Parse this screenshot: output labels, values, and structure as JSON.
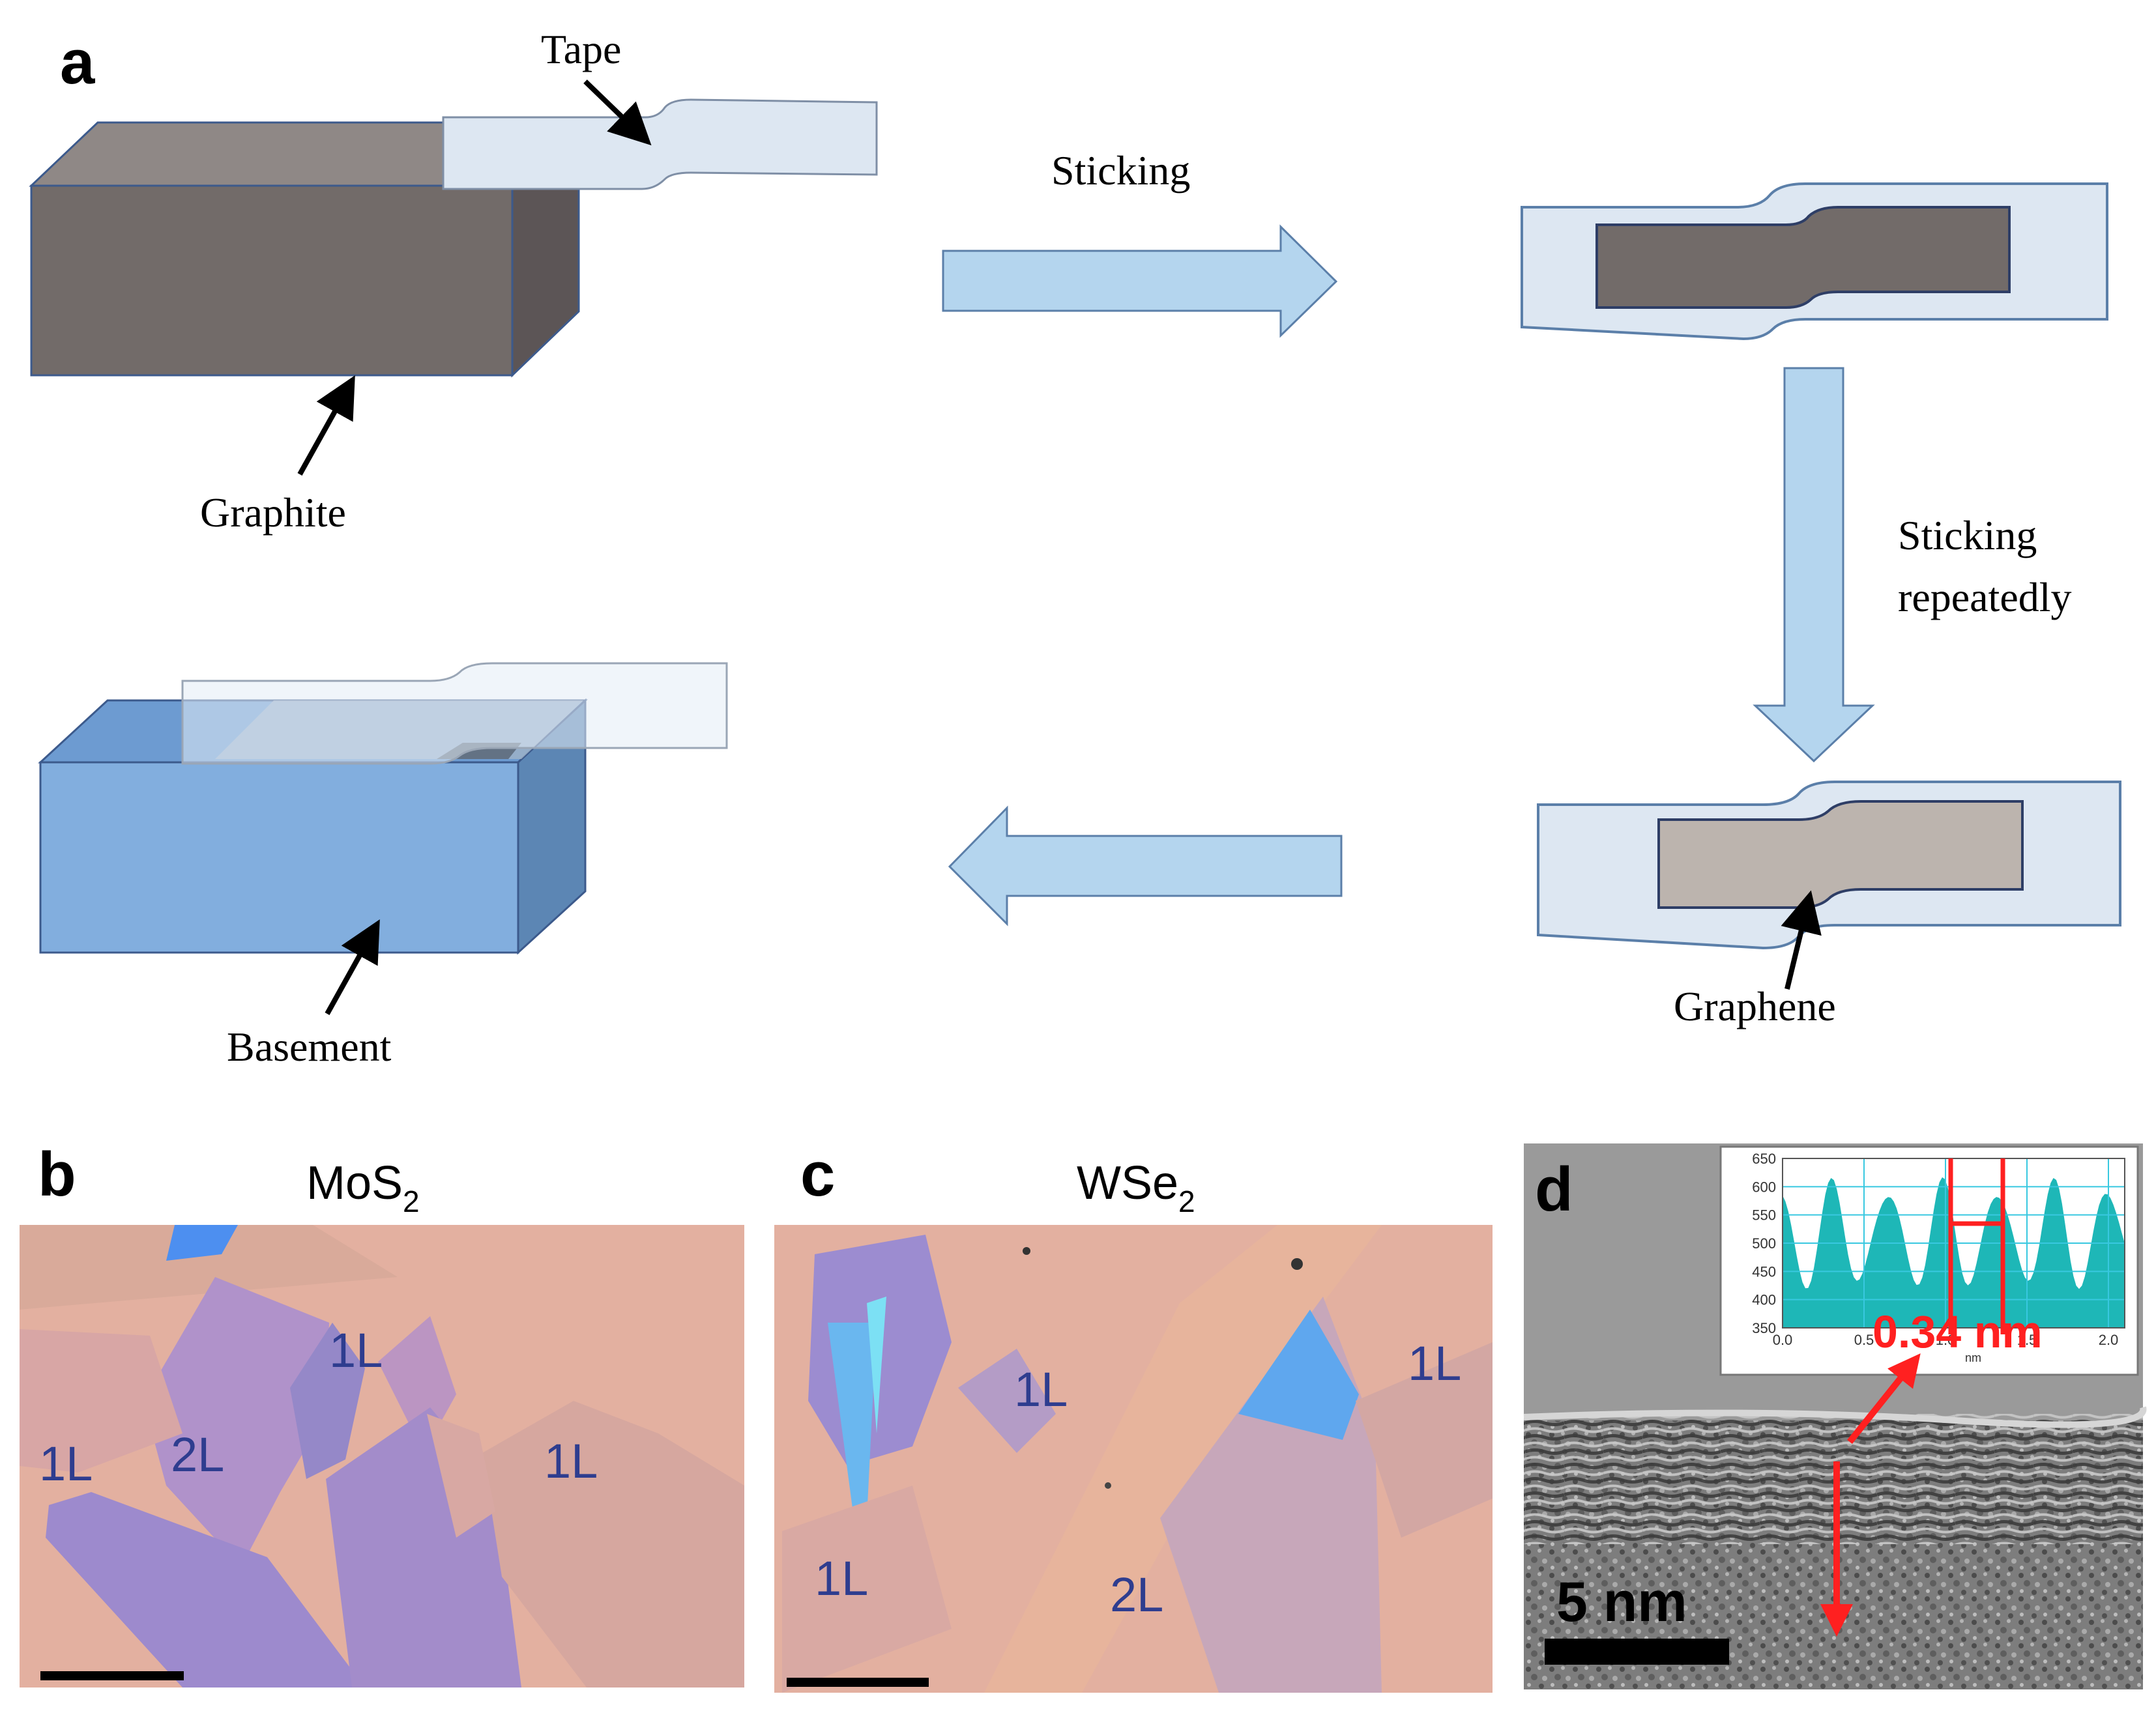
{
  "panels": {
    "a": {
      "letter": "a",
      "labels": {
        "tape": "Tape",
        "graphite": "Graphite",
        "sticking": "Sticking",
        "sticking_repeatedly_1": "Sticking",
        "sticking_repeatedly_2": "repeatedly",
        "graphene": "Graphene",
        "basement": "Basement"
      }
    },
    "b": {
      "letter": "b",
      "title_main": "MoS",
      "title_sub": "2",
      "layer_labels": [
        "1L",
        "2L",
        "1L",
        "1L"
      ]
    },
    "c": {
      "letter": "c",
      "title_main": "WSe",
      "title_sub": "2",
      "layer_labels": [
        "1L",
        "1L",
        "1L",
        "2L"
      ]
    },
    "d": {
      "letter": "d",
      "scale_label": "5 nm",
      "spacing_label": "0.34 nm",
      "inset": {
        "y_ticks": [
          "650",
          "600",
          "550",
          "500",
          "450",
          "400",
          "350"
        ],
        "x_ticks": [
          "0.0",
          "0.5",
          "1.0",
          "1.5",
          "2.0"
        ],
        "x_unit": "nm"
      }
    }
  },
  "colors": {
    "graphite_front": "#726b69",
    "graphite_top": "#8f8886",
    "graphite_side": "#5c5556",
    "tape": "#dde7f2",
    "arrow_fill": "#b4d5ee",
    "arrow_stroke": "#5b7fa9",
    "basement_front": "#82aede",
    "basement_top": "#6d9bd1",
    "basement_side": "#5c86b4",
    "graphene": "#bcb4ae",
    "micro_bg": "#e3b0a0",
    "layer_label": "#2e3d8f",
    "highlight": "#ff2020",
    "inset_fill": "#1eb7b7"
  }
}
